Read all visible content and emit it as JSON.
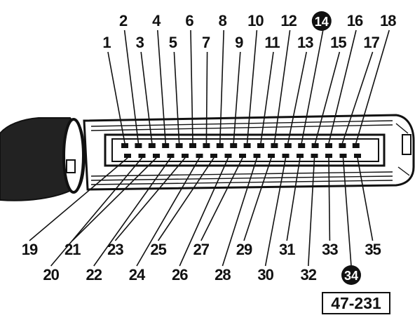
{
  "diagram": {
    "upper_pins": [
      "1",
      "2",
      "3",
      "4",
      "5",
      "6",
      "7",
      "8",
      "9",
      "10",
      "11",
      "12",
      "13",
      "14",
      "15",
      "16",
      "17",
      "18"
    ],
    "lower_pins": [
      "19",
      "20",
      "21",
      "22",
      "23",
      "24",
      "25",
      "26",
      "27",
      "28",
      "29",
      "30",
      "31",
      "32",
      "33",
      "34",
      "35"
    ],
    "highlighted_pins": [
      "14",
      "34"
    ],
    "reference": "47-231",
    "colors": {
      "ink": "#111111",
      "paper": "#ffffff"
    }
  }
}
